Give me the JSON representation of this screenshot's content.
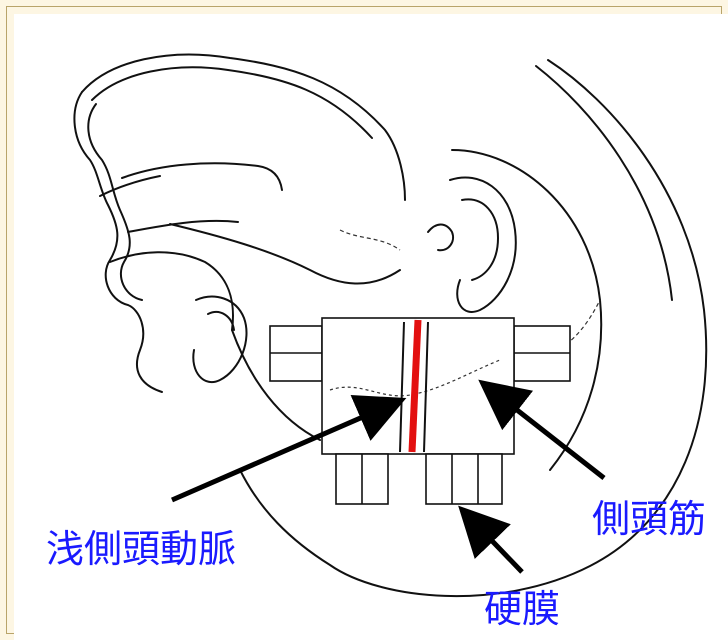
{
  "labels": {
    "superficial_temporal_artery": "浅側頭動脈",
    "temporalis_muscle": "側頭筋",
    "dura": "硬膜"
  },
  "colors": {
    "label_text": "#1a1aff",
    "artery": "#e31010",
    "arrow": "#000000",
    "frame_background": "#fdf6e3"
  }
}
